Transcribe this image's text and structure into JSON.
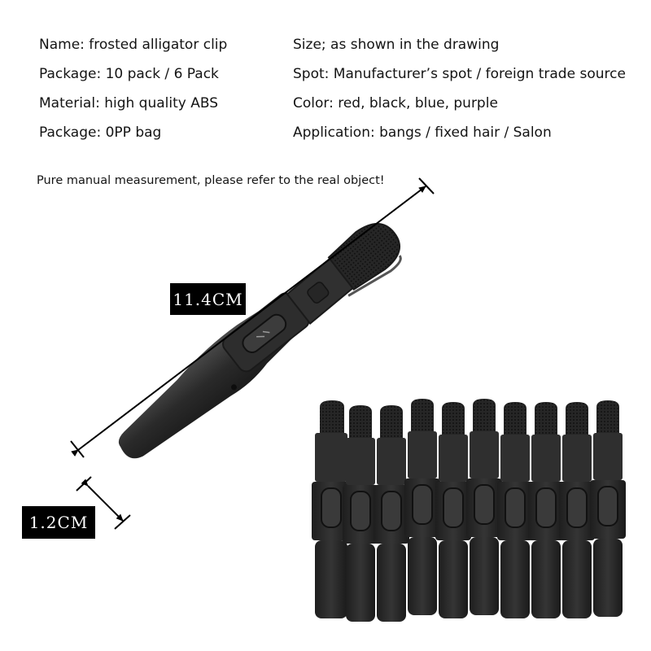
{
  "specs": {
    "left": [
      {
        "label": "Name:",
        "value": "frosted alligator clip",
        "text": "Name: frosted alligator clip"
      },
      {
        "label": "Package:",
        "value": "10 pack / 6 Pack",
        "text": "Package: 10 pack / 6 Pack"
      },
      {
        "label": "Material:",
        "value": "high quality ABS",
        "text": "Material: high quality ABS"
      },
      {
        "label": "Package:",
        "value": "0PP bag",
        "text": "Package: 0PP bag"
      }
    ],
    "right": [
      {
        "label": "Size;",
        "value": "as shown in the drawing",
        "text": "Size; as shown in the drawing"
      },
      {
        "label": "Spot:",
        "value": "Manufacturer’s spot / foreign trade source",
        "text": "Spot: Manufacturer’s spot / foreign trade source"
      },
      {
        "label": "Color:",
        "value": "red, black, blue, purple",
        "text": "Color: red, black, blue, purple"
      },
      {
        "label": "Application:",
        "value": "bangs / fixed hair / Salon",
        "text": "Application: bangs / fixed hair / Salon"
      }
    ]
  },
  "note": "Pure manual measurement, please refer to the real object!",
  "dimensions": {
    "length": "11.4CM",
    "width": "1.2CM"
  },
  "product": {
    "single_clip_icon": "alligator-clip",
    "group_count": 10,
    "clip_color": "#2b2b2b"
  },
  "colors": {
    "background": "#ffffff",
    "text": "#141414",
    "label_bg": "#000000",
    "label_text": "#ffffff"
  }
}
